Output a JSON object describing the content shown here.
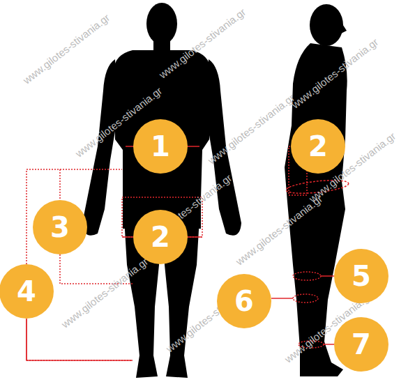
{
  "diagram": {
    "nodes": [
      {
        "text": [
          "1"
        ]
      },
      {
        "text": [
          "2"
        ]
      },
      {
        "text": [
          "3"
        ]
      },
      {
        "text": [
          "2"
        ]
      },
      {
        "text": [
          "4"
        ]
      },
      {
        "text": [
          "6"
        ]
      },
      {
        "text": [
          "5"
        ]
      },
      {
        "text": [
          "7"
        ]
      }
    ],
    "labels": [
      "www.gilotes-stivania.gr",
      "www.gilotes-stivania.gr",
      "www.gilotes-stivania.gr",
      "www.gilotes-stivania.gr",
      "www.gilotes-stivania.gr",
      "www.gilotes-stivania.gr",
      "www.gilotes-stivania.gr",
      "www.gilotes-stivania.gr",
      "www.gilotes-stivania.gr",
      "www.gilotes-stivania.gr",
      "www.gilotes-stivania.gr"
    ]
  }
}
